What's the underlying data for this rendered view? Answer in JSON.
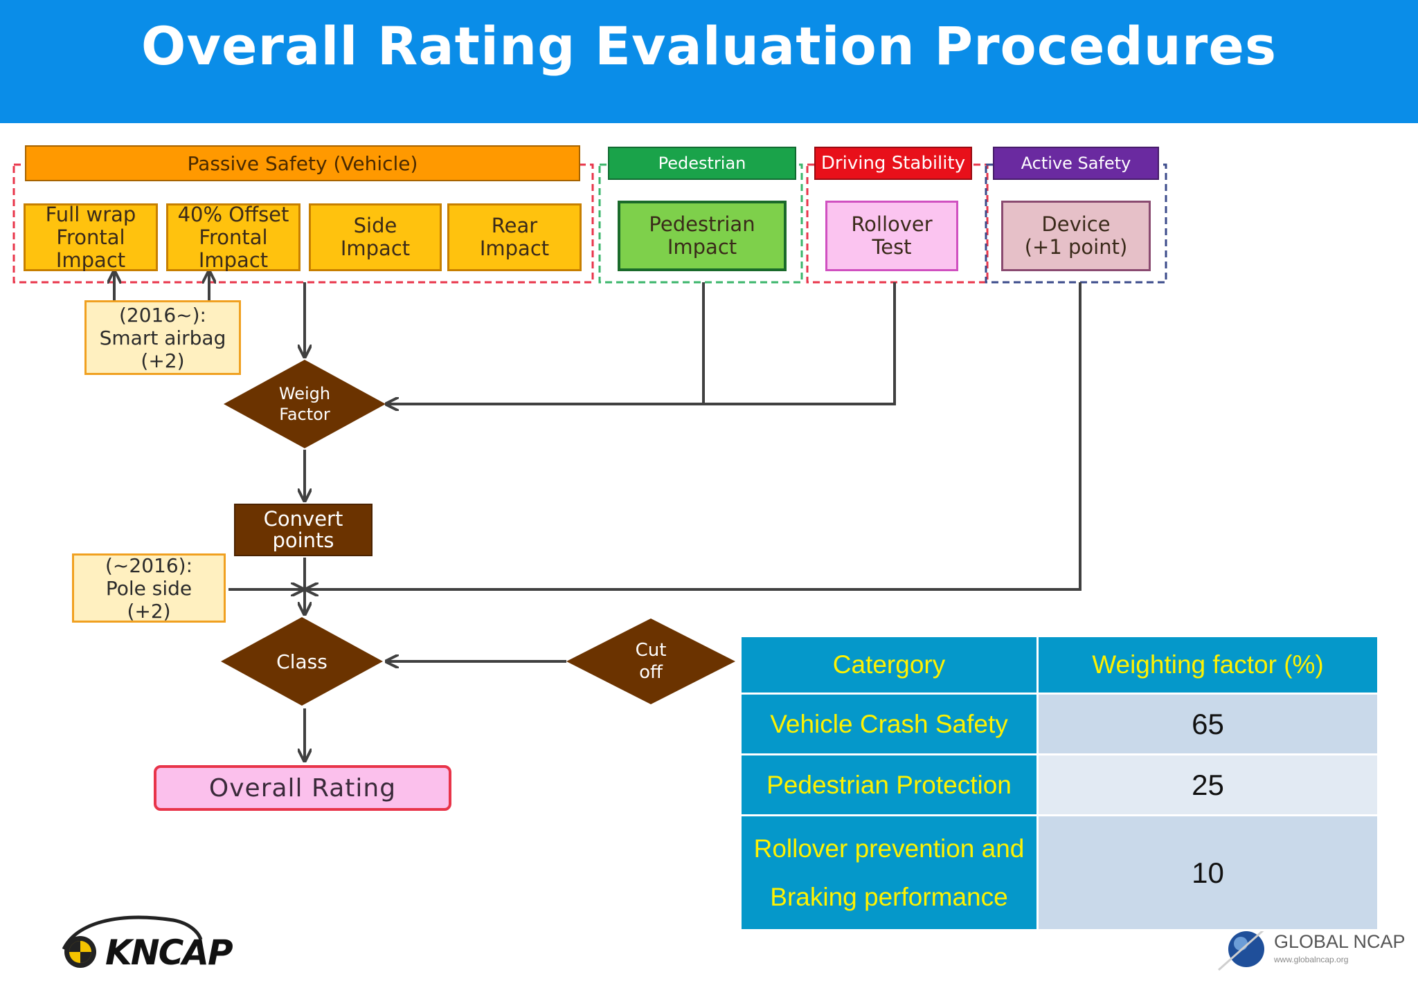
{
  "title": "Overall Rating Evaluation Procedures",
  "categories": {
    "passive": "Passive Safety (Vehicle)",
    "pedestrian": "Pedestrian",
    "driving": "Driving Stability",
    "active": "Active Safety"
  },
  "tests": {
    "full_wrap": "Full wrap\nFrontal\nImpact",
    "offset": "40% Offset\nFrontal\nImpact",
    "side": "Side\nImpact",
    "rear": "Rear\nImpact",
    "pedestrian_impact": "Pedestrian\nImpact",
    "rollover": "Rollover\nTest",
    "device": "Device\n(+1 point)"
  },
  "notes": {
    "smart_airbag": "(2016~):\nSmart airbag\n(+2)",
    "pole_side": "(~2016):\nPole side\n(+2)"
  },
  "process": {
    "weigh_factor": "Weigh\nFactor",
    "convert_points": "Convert\npoints",
    "class": "Class",
    "cut_off": "Cut\noff",
    "overall_rating": "Overall Rating"
  },
  "colors": {
    "banner": "#0a8de8",
    "passive": "#ff9900",
    "pedestrian": "#1aa34a",
    "driving": "#e8101a",
    "active": "#6a2aa0",
    "process_brown": "#6b3300"
  },
  "table": {
    "headers": [
      "Catergory",
      "Weighting factor (%)"
    ],
    "rows": [
      {
        "category": "Vehicle Crash Safety",
        "weight": "65"
      },
      {
        "category": "Pedestrian Protection",
        "weight": "25"
      },
      {
        "category_line1": "Rollover prevention and",
        "category_line2": "Braking performance",
        "weight": "10"
      }
    ]
  },
  "logos": {
    "kncap": "KNCAP",
    "global_ncap": "GLOBAL NCAP",
    "global_ncap_url": "www.globalncap.org"
  }
}
